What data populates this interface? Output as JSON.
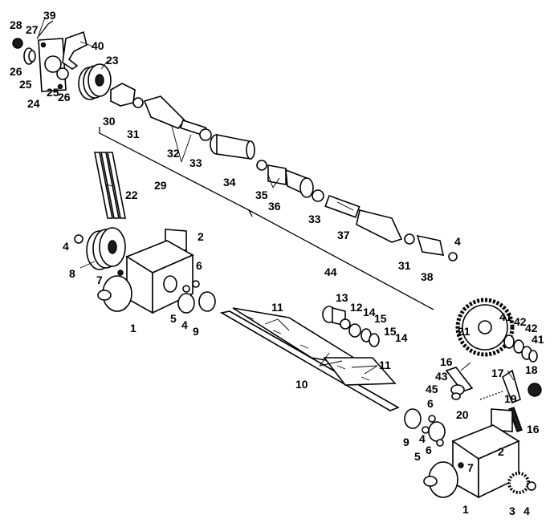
{
  "diagram": {
    "labels": [
      {
        "text": "28"
      },
      {
        "text": "39"
      },
      {
        "text": "27"
      },
      {
        "text": "40"
      },
      {
        "text": "26"
      },
      {
        "text": "23"
      },
      {
        "text": "25"
      },
      {
        "text": "24"
      },
      {
        "text": "25"
      },
      {
        "text": "26"
      },
      {
        "text": "30"
      },
      {
        "text": "31"
      },
      {
        "text": "32"
      },
      {
        "text": "33"
      },
      {
        "text": "29"
      },
      {
        "text": "34"
      },
      {
        "text": "22"
      },
      {
        "text": "35"
      },
      {
        "text": "36"
      },
      {
        "text": "33"
      },
      {
        "text": "37"
      },
      {
        "text": "4"
      },
      {
        "text": "2"
      },
      {
        "text": "31"
      },
      {
        "text": "38"
      },
      {
        "text": "4"
      },
      {
        "text": "44"
      },
      {
        "text": "6"
      },
      {
        "text": "8"
      },
      {
        "text": "7"
      },
      {
        "text": "1"
      },
      {
        "text": "5"
      },
      {
        "text": "4"
      },
      {
        "text": "9"
      },
      {
        "text": "11"
      },
      {
        "text": "13"
      },
      {
        "text": "12"
      },
      {
        "text": "14"
      },
      {
        "text": "15"
      },
      {
        "text": "15"
      },
      {
        "text": "14"
      },
      {
        "text": "21"
      },
      {
        "text": "41"
      },
      {
        "text": "42"
      },
      {
        "text": "42"
      },
      {
        "text": "41"
      },
      {
        "text": "16"
      },
      {
        "text": "43"
      },
      {
        "text": "17"
      },
      {
        "text": "18"
      },
      {
        "text": "45"
      },
      {
        "text": "11"
      },
      {
        "text": "10"
      },
      {
        "text": "19"
      },
      {
        "text": "20"
      },
      {
        "text": "16"
      },
      {
        "text": "6"
      },
      {
        "text": "2"
      },
      {
        "text": "9"
      },
      {
        "text": "4"
      },
      {
        "text": "6"
      },
      {
        "text": "7"
      },
      {
        "text": "5"
      },
      {
        "text": "1"
      },
      {
        "text": "3"
      },
      {
        "text": "4"
      }
    ]
  }
}
